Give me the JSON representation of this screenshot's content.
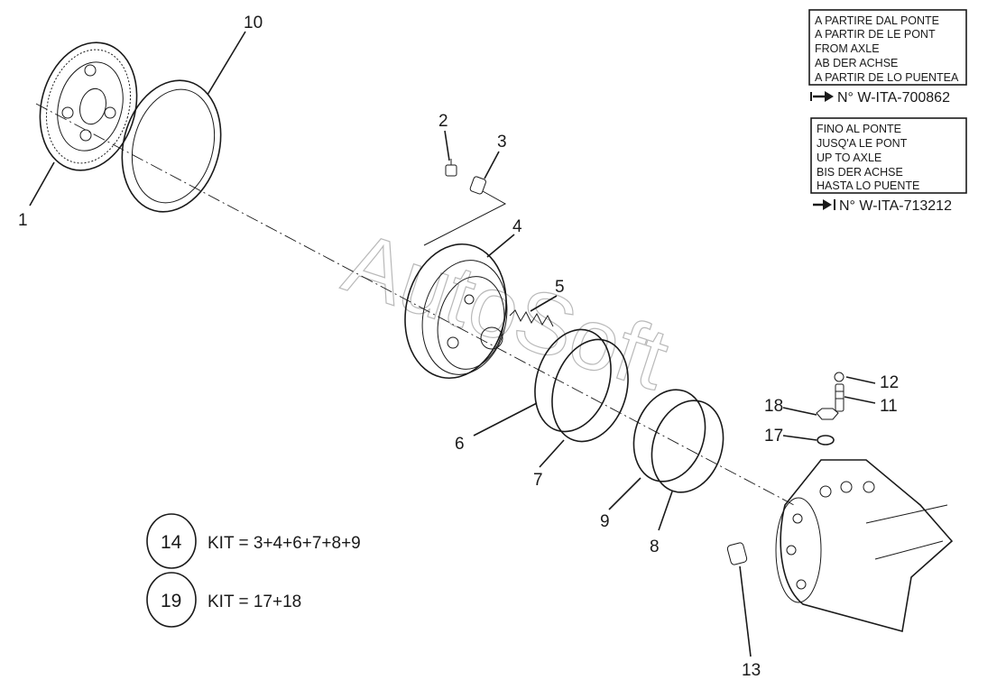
{
  "callouts": {
    "c1": "1",
    "c2": "2",
    "c3": "3",
    "c4": "4",
    "c5": "5",
    "c6": "6",
    "c7": "7",
    "c8": "8",
    "c9": "9",
    "c10": "10",
    "c11": "11",
    "c12": "12",
    "c13": "13",
    "c17": "17",
    "c18": "18"
  },
  "kits": [
    {
      "number": "14",
      "text": "KIT = 3+4+6+7+8+9"
    },
    {
      "number": "19",
      "text": "KIT = 17+18"
    }
  ],
  "serial_from": {
    "lines": [
      "A PARTIRE DAL PONTE",
      "A PARTIR DE LE PONT",
      "FROM AXLE",
      "AB DER ACHSE",
      "A PARTIR DE LO PUENTEA"
    ],
    "serial": "N° W-ITA-700862",
    "icon": "arrow-from-bar-icon"
  },
  "serial_up_to": {
    "lines": [
      "FINO AL PONTE",
      "JUSQ'A LE PONT",
      "UP TO AXLE",
      "BIS DER ACHSE",
      "HASTA LO PUENTE"
    ],
    "serial": "N° W-ITA-713212",
    "icon": "arrow-to-bar-icon"
  },
  "watermark": "AutoSoft"
}
